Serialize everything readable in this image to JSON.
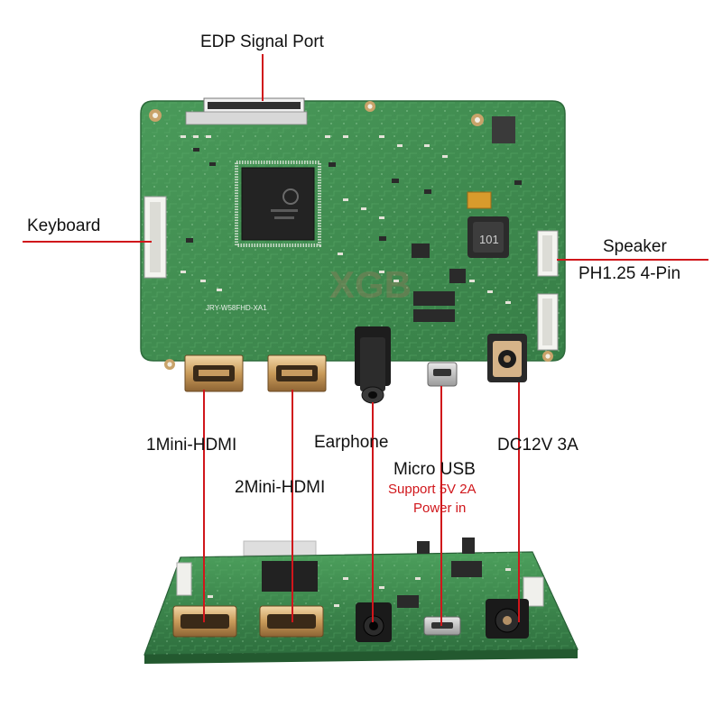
{
  "labels": {
    "edp": "EDP Signal Port",
    "keyboard": "Keyboard",
    "speaker": "Speaker",
    "speaker_pin": "PH1.25 4-Pin",
    "hdmi1": "1Mini-HDMI",
    "hdmi2": "2Mini-HDMI",
    "earphone": "Earphone",
    "micro_usb": "Micro USB",
    "micro_usb_support": "Support 5V 2A",
    "micro_usb_power": "Power in",
    "dc": "DC12V 3A"
  },
  "board": {
    "model_text": "JRY-W58FHD-XA1",
    "inductor_text": "101",
    "watermark": "XGB"
  },
  "colors": {
    "pcb": "#3f8d4f",
    "pcb_dark": "#2f7440",
    "pointer": "#d0161b",
    "silkscreen": "#e9efe9",
    "text_red": "#d0161b"
  },
  "icons": [
    "mini-hdmi-connector-icon",
    "earphone-jack-icon",
    "micro-usb-port-icon",
    "dc-power-jack-icon",
    "edp-connector-icon",
    "keyboard-header-icon",
    "speaker-header-icon"
  ]
}
